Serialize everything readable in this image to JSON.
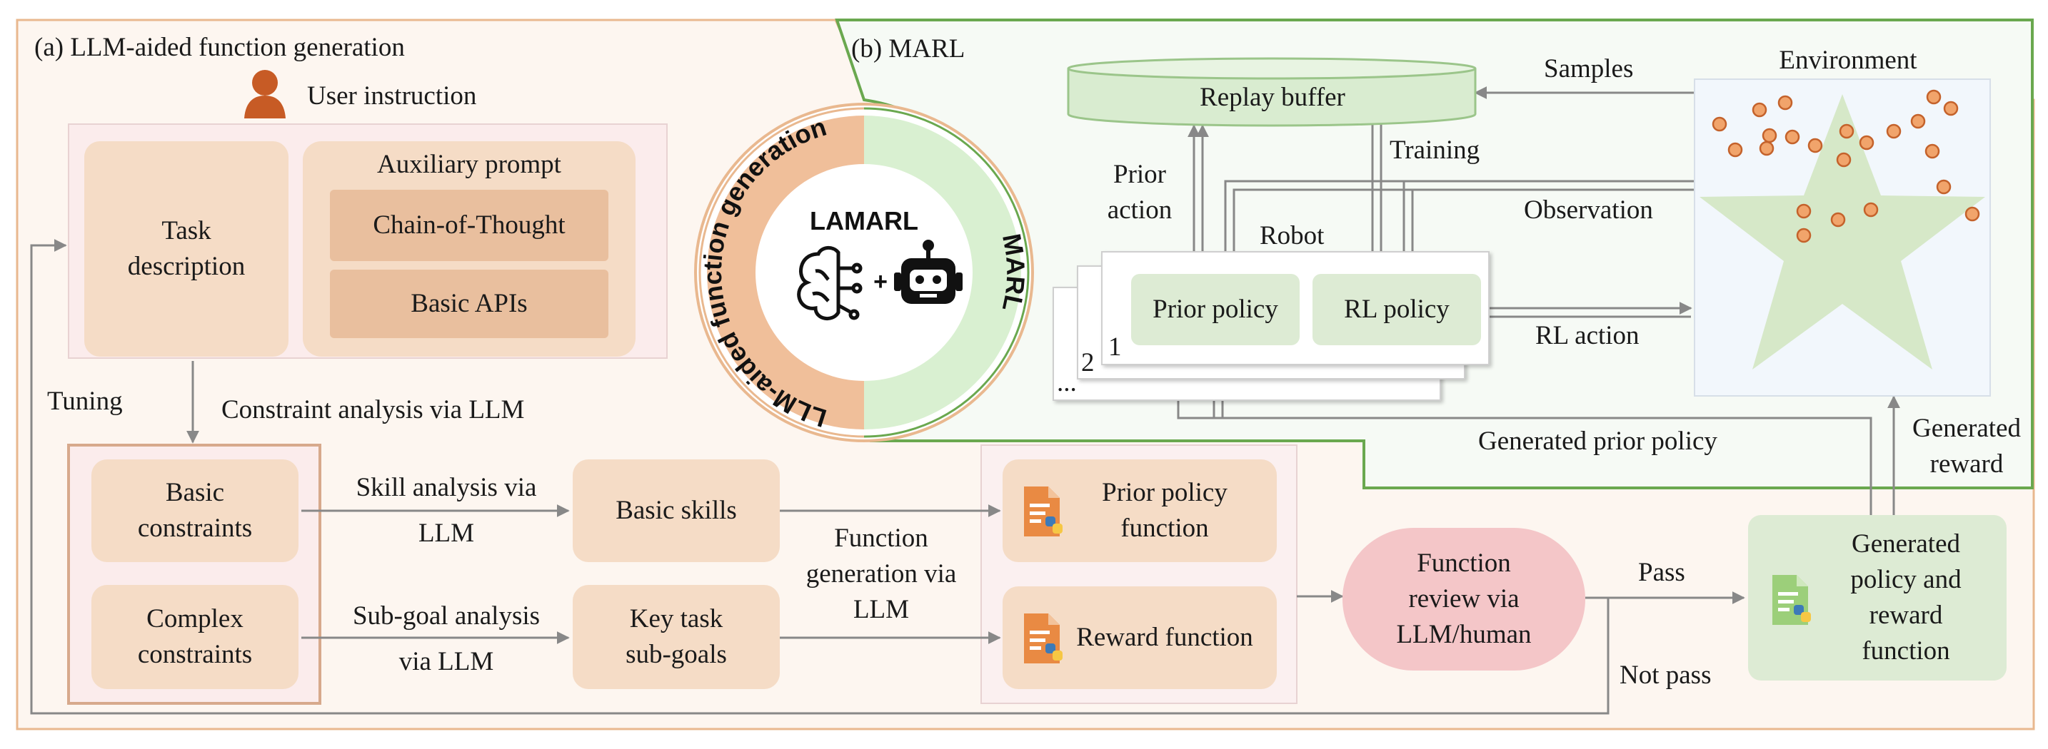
{
  "panel_a": {
    "title": "(a) LLM-aided function generation",
    "user_instruction": "User instruction",
    "task_description": "Task\ndescription",
    "auxiliary_prompt": "Auxiliary prompt",
    "chain_of_thought": "Chain-of-Thought",
    "basic_apis": "Basic APIs",
    "tuning": "Tuning",
    "constraint_analysis": "Constraint analysis via LLM",
    "basic_constraints": "Basic\nconstraints",
    "complex_constraints": "Complex\nconstraints",
    "skill_analysis": "Skill analysis via\nLLM",
    "subgoal_analysis": "Sub-goal analysis\nvia LLM",
    "basic_skills": "Basic skills",
    "key_subgoals": "Key task\nsub-goals",
    "function_generation": "Function\ngeneration via\nLLM",
    "prior_policy_function": "Prior policy\nfunction",
    "reward_function": "Reward function",
    "function_review": "Function\nreview via\nLLM/human",
    "pass": "Pass",
    "not_pass": "Not pass",
    "generated_policy": "Generated\npolicy and\nreward\nfunction"
  },
  "center_logo": {
    "name": "LAMARL",
    "left_arc": "LLM-aided function generation",
    "right_arc": "MARL",
    "plus": "+"
  },
  "panel_b": {
    "title": "(b) MARL",
    "replay_buffer": "Replay buffer",
    "samples": "Samples",
    "environment": "Environment",
    "prior_action": "Prior\naction",
    "training": "Training",
    "observation": "Observation",
    "robot": "Robot",
    "prior_policy": "Prior policy",
    "rl_policy": "RL policy",
    "rl_action": "RL action",
    "stack_labels": [
      "1",
      "2",
      "..."
    ],
    "generated_prior_policy": "Generated prior policy",
    "generated_reward": "Generated\nreward"
  },
  "colors": {
    "panel_a_fill": "#fdf6f0",
    "panel_a_border": "#e9b88f",
    "panel_b_fill": "#f6faf5",
    "panel_b_border": "#6aa84f",
    "peach": "#f5dcc6",
    "peach_dark": "#e9bf9e",
    "green_soft": "#ddebd4",
    "review_pink": "#f4c6c8",
    "arrow_gray": "#888888",
    "agent_orange": "#f1a46b",
    "star_green": "#d6e8c8",
    "python_blue": "#3d7ab8",
    "python_yellow": "#f6c744"
  },
  "icons": [
    "user-icon",
    "brain-icon",
    "robot-icon",
    "python-doc-icon"
  ],
  "environment_agents": 22
}
